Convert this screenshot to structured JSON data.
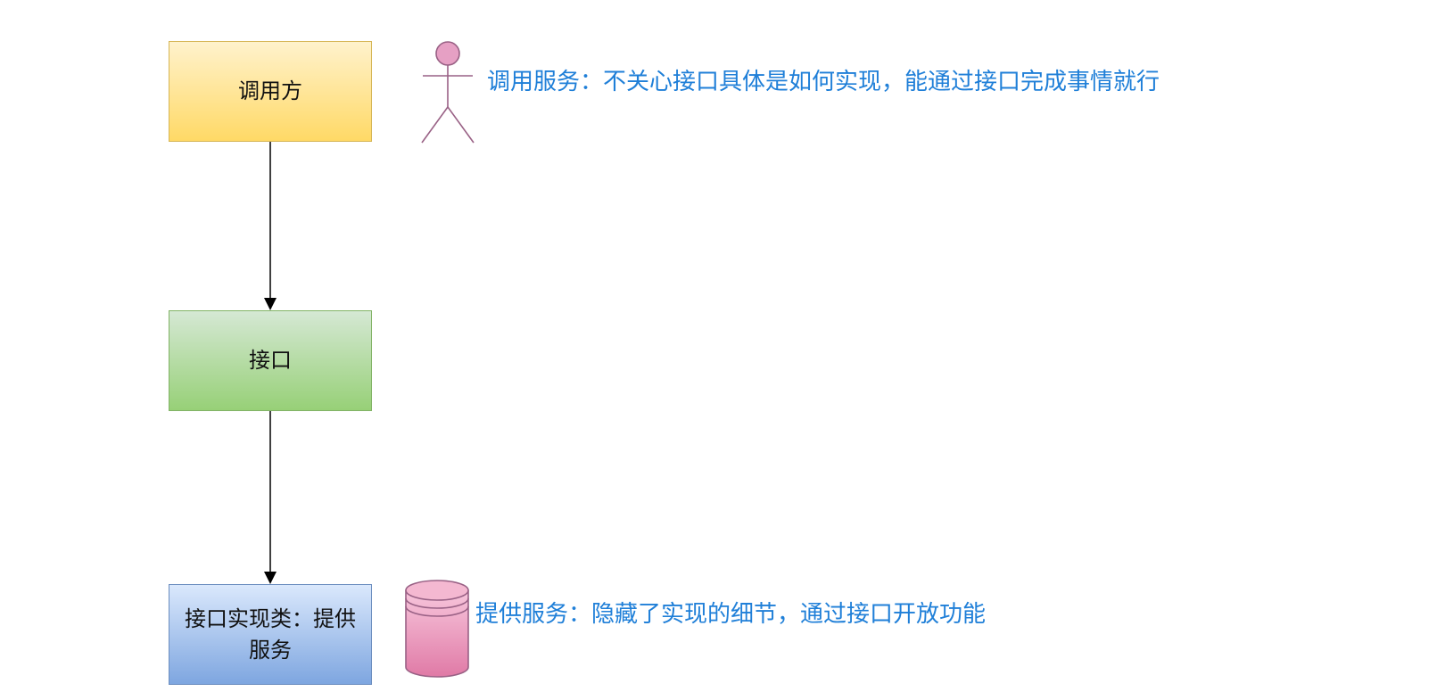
{
  "nodes": {
    "caller": {
      "label": "调用方",
      "fill": "#ffd966",
      "stroke": "#d6b656"
    },
    "interface": {
      "label": "接口",
      "fill": "#97d077",
      "stroke": "#82b366"
    },
    "implementation": {
      "label": "接口实现类：提供服务",
      "fill": "#7ea6e0",
      "stroke": "#6c8ebf"
    }
  },
  "annotations": {
    "caller": "调用服务：不关心接口具体是如何实现，能通过接口完成事情就行",
    "implementation": "提供服务：隐藏了实现的细节，通过接口开放功能"
  },
  "edges": [
    {
      "from": "caller",
      "to": "interface"
    },
    {
      "from": "interface",
      "to": "implementation"
    }
  ],
  "icons": {
    "caller": "stick-figure-actor-icon",
    "implementation": "database-cylinder-icon"
  },
  "colors": {
    "annotation_text": "#1f7fd8",
    "actor_fill": "#e6a0c4",
    "actor_stroke": "#996185",
    "database_fill": "#e07aa6",
    "database_stroke": "#996185",
    "arrow": "#000000"
  }
}
